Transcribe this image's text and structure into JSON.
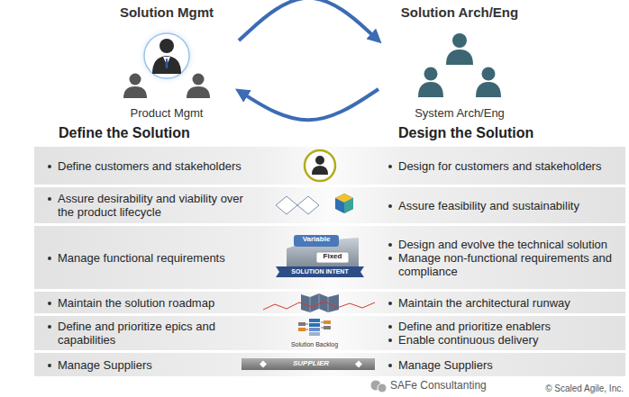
{
  "diagram": {
    "nodes": [
      {
        "text": [
          "Solution Mgmt",
          "Product Mgmt"
        ]
      },
      {
        "text": [
          "Solution Arch/Eng",
          "System Arch/Eng"
        ]
      },
      {
        "text": [
          "Define customers and stakeholders",
          "Design for customers and stakeholders"
        ]
      },
      {
        "text": [
          "Assure desirability and viability over the product lifecycle",
          "Assure feasibility and sustainability"
        ]
      },
      {
        "text": [
          "Manage functional requirements",
          "Design and evolve the technical solution",
          "Manage non-functional requirements and compliance"
        ]
      },
      {
        "text": [
          "Maintain the solution roadmap",
          "Maintain the architectural runway"
        ]
      },
      {
        "text": [
          "Define and prioritize epics and capabilities",
          "Define and prioritize enablers",
          "Enable continuous delivery"
        ]
      },
      {
        "text": [
          "Manage Suppliers",
          "Manage Suppliers"
        ]
      }
    ],
    "edges": [
      {
        "from": 0,
        "to": 1,
        "arrow": "to"
      },
      {
        "from": 1,
        "to": 0,
        "arrow": "to"
      }
    ],
    "labels": [
      "Define the Solution",
      "Design the Solution",
      "Variable",
      "Fixed",
      "SOLUTION INTENT",
      "Solution Backlog",
      "SUPPLIER",
      "SAFe Consultanting",
      "© Scaled Agile, Inc."
    ]
  }
}
